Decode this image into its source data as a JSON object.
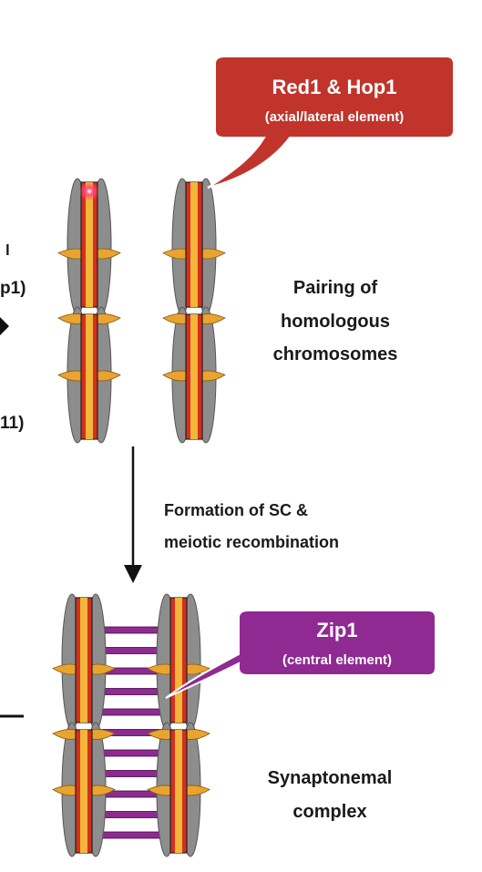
{
  "callouts": {
    "red1_hop1": {
      "title": "Red1 & Hop1",
      "subtitle": "(axial/lateral element)",
      "color": "#c0342b"
    },
    "zip1": {
      "title": "Zip1",
      "subtitle": "(central element)",
      "color": "#8e2a91"
    }
  },
  "labels": {
    "pairing": [
      "Pairing of",
      "homologous",
      "chromosomes"
    ],
    "formation": [
      "Formation of SC &",
      "meiotic recombination"
    ],
    "synaptonemal": [
      "Synaptonemal",
      "complex"
    ]
  },
  "cutoff_left": {
    "line1": "l",
    "line2": "p1)",
    "line3": "",
    "line4": "11)"
  },
  "colors": {
    "chromatid_gray": "#8d8d8d",
    "axis_red": "#d3301f",
    "axis_yellow": "#f2b63a",
    "loop_orange": "#e9a430",
    "central_purple": "#8e2a91",
    "marker_pink": "#ff5577"
  }
}
